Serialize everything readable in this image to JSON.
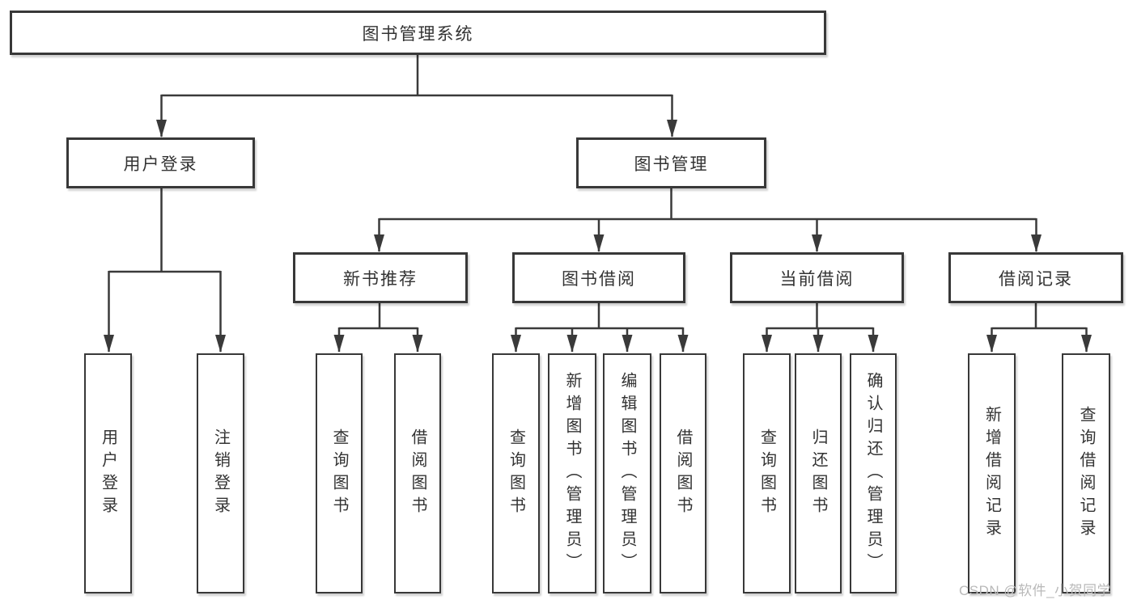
{
  "diagram": {
    "tree": {
      "root": {
        "label": "图书管理系统",
        "children": [
          {
            "label": "用户登录",
            "children": [
              {
                "label": "用户登录"
              },
              {
                "label": "注销登录"
              }
            ]
          },
          {
            "label": "图书管理",
            "children": [
              {
                "label": "新书推荐",
                "children": [
                  {
                    "label": "查询图书"
                  },
                  {
                    "label": "借阅图书"
                  }
                ]
              },
              {
                "label": "图书借阅",
                "children": [
                  {
                    "label": "查询图书"
                  },
                  {
                    "label": "新增图书（管理员）"
                  },
                  {
                    "label": "编辑图书（管理员）"
                  },
                  {
                    "label": "借阅图书"
                  }
                ]
              },
              {
                "label": "当前借阅",
                "children": [
                  {
                    "label": "查询图书"
                  },
                  {
                    "label": "归还图书"
                  },
                  {
                    "label": "确认归还（管理员）"
                  }
                ]
              },
              {
                "label": "借阅记录",
                "children": [
                  {
                    "label": "新增借阅记录"
                  },
                  {
                    "label": "查询借阅记录"
                  }
                ]
              }
            ]
          }
        ]
      }
    },
    "colors": {
      "line": "#3a3a3a",
      "box_border": "#383838",
      "text": "#333333",
      "background": "#ffffff",
      "watermark": "#b9b9b9"
    }
  },
  "watermark": {
    "text": "CSDN @软件_小贺同学"
  }
}
